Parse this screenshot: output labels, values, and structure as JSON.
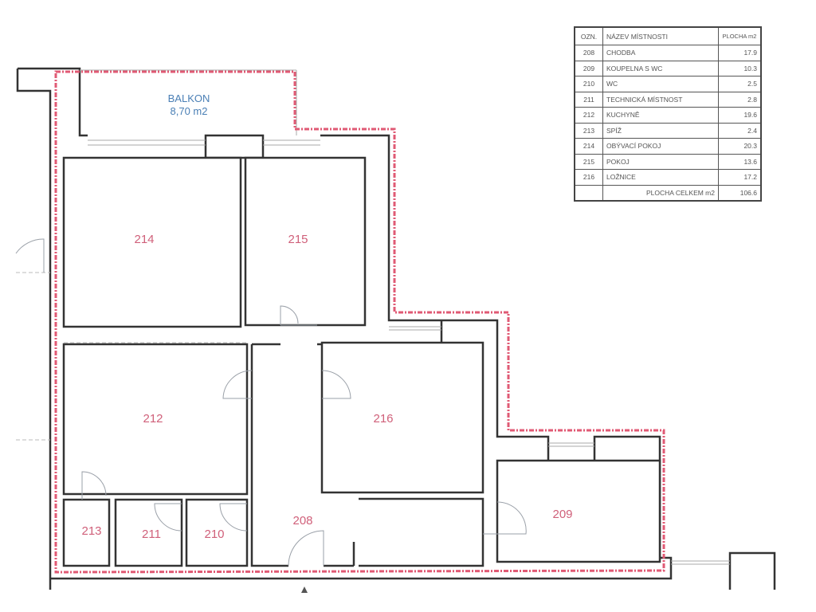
{
  "balcony": {
    "name": "BALKON",
    "area": "8,70 m2"
  },
  "rooms": {
    "r208": "208",
    "r209": "209",
    "r210": "210",
    "r211": "211",
    "r212": "212",
    "r213": "213",
    "r214": "214",
    "r215": "215",
    "r216": "216"
  },
  "legend": {
    "headers": {
      "id": "OZN.",
      "name": "NÁZEV MÍSTNOSTI",
      "area": "PLOCHA m2"
    },
    "rows": [
      {
        "id": "208",
        "name": "CHODBA",
        "area": "17.9"
      },
      {
        "id": "209",
        "name": "KOUPELNA S WC",
        "area": "10.3"
      },
      {
        "id": "210",
        "name": "WC",
        "area": "2.5"
      },
      {
        "id": "211",
        "name": "TECHNICKÁ MÍSTNOST",
        "area": "2.8"
      },
      {
        "id": "212",
        "name": "KUCHYNĚ",
        "area": "19.6"
      },
      {
        "id": "213",
        "name": "SPÍŽ",
        "area": "2.4"
      },
      {
        "id": "214",
        "name": "OBÝVACÍ POKOJ",
        "area": "20.3"
      },
      {
        "id": "215",
        "name": "POKOJ",
        "area": "13.6"
      },
      {
        "id": "216",
        "name": "LOŽNICE",
        "area": "17.2"
      }
    ],
    "total_label": "PLOCHA CELKEM m2",
    "total": "106.6"
  },
  "colors": {
    "boundary": "#e05a74",
    "room_label": "#d0607a",
    "balcony_label": "#4a7fb5",
    "wall": "#333333"
  }
}
